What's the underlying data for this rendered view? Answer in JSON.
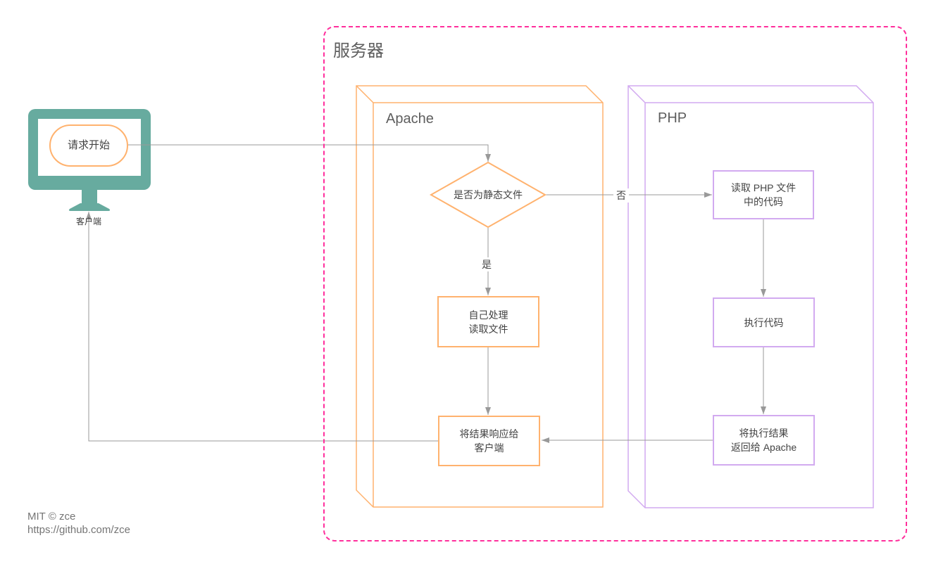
{
  "colors": {
    "monitor_teal": "#67AB9F",
    "apache_orange": "#FFB26E",
    "php_purple": "#D2AAF0",
    "server_pink": "#FF2E9C",
    "edge_gray": "#999999",
    "node_text": "#434343",
    "heading_gray": "#5E5E5E",
    "footer_gray": "#757575"
  },
  "client": {
    "start_label": "请求开始",
    "caption": "客户端"
  },
  "server_container": {
    "label": "服务器"
  },
  "apache": {
    "label": "Apache",
    "decision": "是否为静态文件",
    "process": {
      "line1": "自己处理",
      "line2": "读取文件"
    },
    "respond": {
      "line1": "将结果响应给",
      "line2": "客户端"
    }
  },
  "php": {
    "label": "PHP",
    "read": {
      "line1": "读取 PHP 文件",
      "line2": "中的代码"
    },
    "execute": "执行代码",
    "return": {
      "line1": "将执行结果",
      "line2": "返回给 Apache"
    }
  },
  "edge_labels": {
    "yes": "是",
    "no": "否"
  },
  "footer": {
    "license": "MIT © zce",
    "url": "https://github.com/zce"
  }
}
